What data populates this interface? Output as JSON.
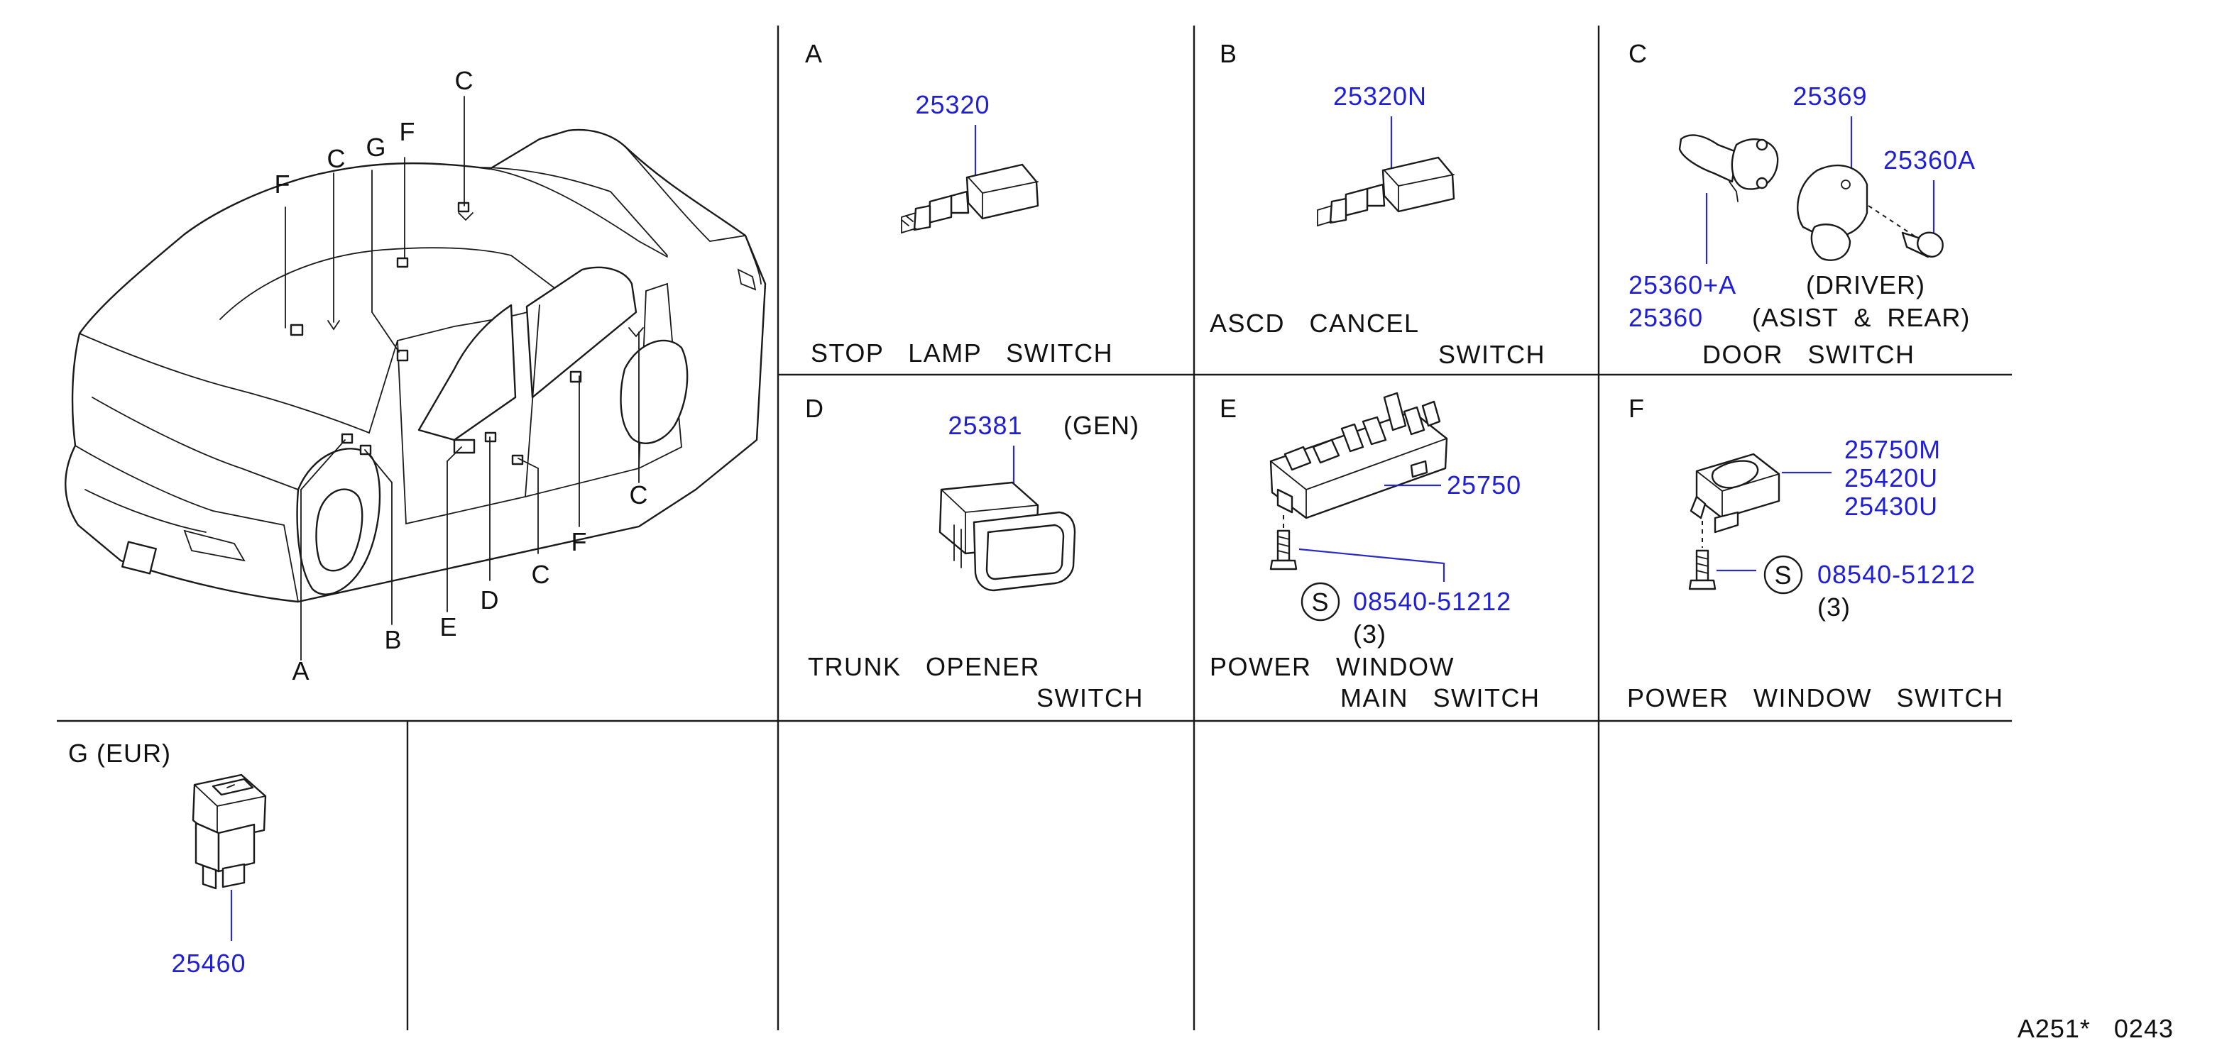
{
  "overview": {
    "labels": [
      "C",
      "F",
      "C",
      "G",
      "F",
      "C",
      "A",
      "B",
      "E",
      "D",
      "C",
      "F"
    ]
  },
  "panels": {
    "a": {
      "letter": "A",
      "part": "25320",
      "caption": "STOP   LAMP   SWITCH"
    },
    "b": {
      "letter": "B",
      "part": "25320N",
      "caption1": "ASCD   CANCEL",
      "caption2": "SWITCH"
    },
    "c": {
      "letter": "C",
      "part_top": "25369",
      "part_right": "25360A",
      "part_driver": "25360+A",
      "note_driver": "(DRIVER)",
      "part_asist": "25360",
      "note_asist": "(ASIST  &  REAR)",
      "caption": "DOOR   SWITCH"
    },
    "d": {
      "letter": "D",
      "part": "25381",
      "note": "(GEN)",
      "caption1": "TRUNK   OPENER",
      "caption2": "SWITCH"
    },
    "e": {
      "letter": "E",
      "part": "25750",
      "screw_symbol": "S",
      "screw_part": "08540-51212",
      "qty": "(3)",
      "caption1": "POWER   WINDOW",
      "caption2": "MAIN   SWITCH"
    },
    "f": {
      "letter": "F",
      "parts": [
        "25750M",
        "25420U",
        "25430U"
      ],
      "screw_symbol": "S",
      "screw_part": "08540-51212",
      "qty": "(3)",
      "caption": "POWER   WINDOW   SWITCH"
    },
    "g": {
      "letter": "G (EUR)",
      "part": "25460"
    }
  },
  "footer": {
    "code": "A251*   0243"
  }
}
